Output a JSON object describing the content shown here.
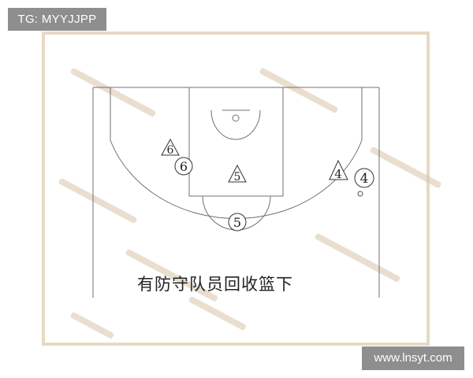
{
  "corner_tag": {
    "text": "TG: MYYJJPP"
  },
  "site_tag": {
    "text": "www.lnsyt.com"
  },
  "diagram": {
    "caption": "有防守队员回收篮下",
    "colors": {
      "frame": "#e8d9c4",
      "court_line": "#707070",
      "symbol_stroke": "#333333",
      "caption_text": "#222222",
      "watermark": "#d8c4a8"
    },
    "offense_players": [
      {
        "label": "6"
      },
      {
        "label": "5"
      },
      {
        "label": "4"
      }
    ],
    "defense_players": [
      {
        "label": "6"
      },
      {
        "label": "5"
      },
      {
        "label": "4"
      }
    ]
  }
}
